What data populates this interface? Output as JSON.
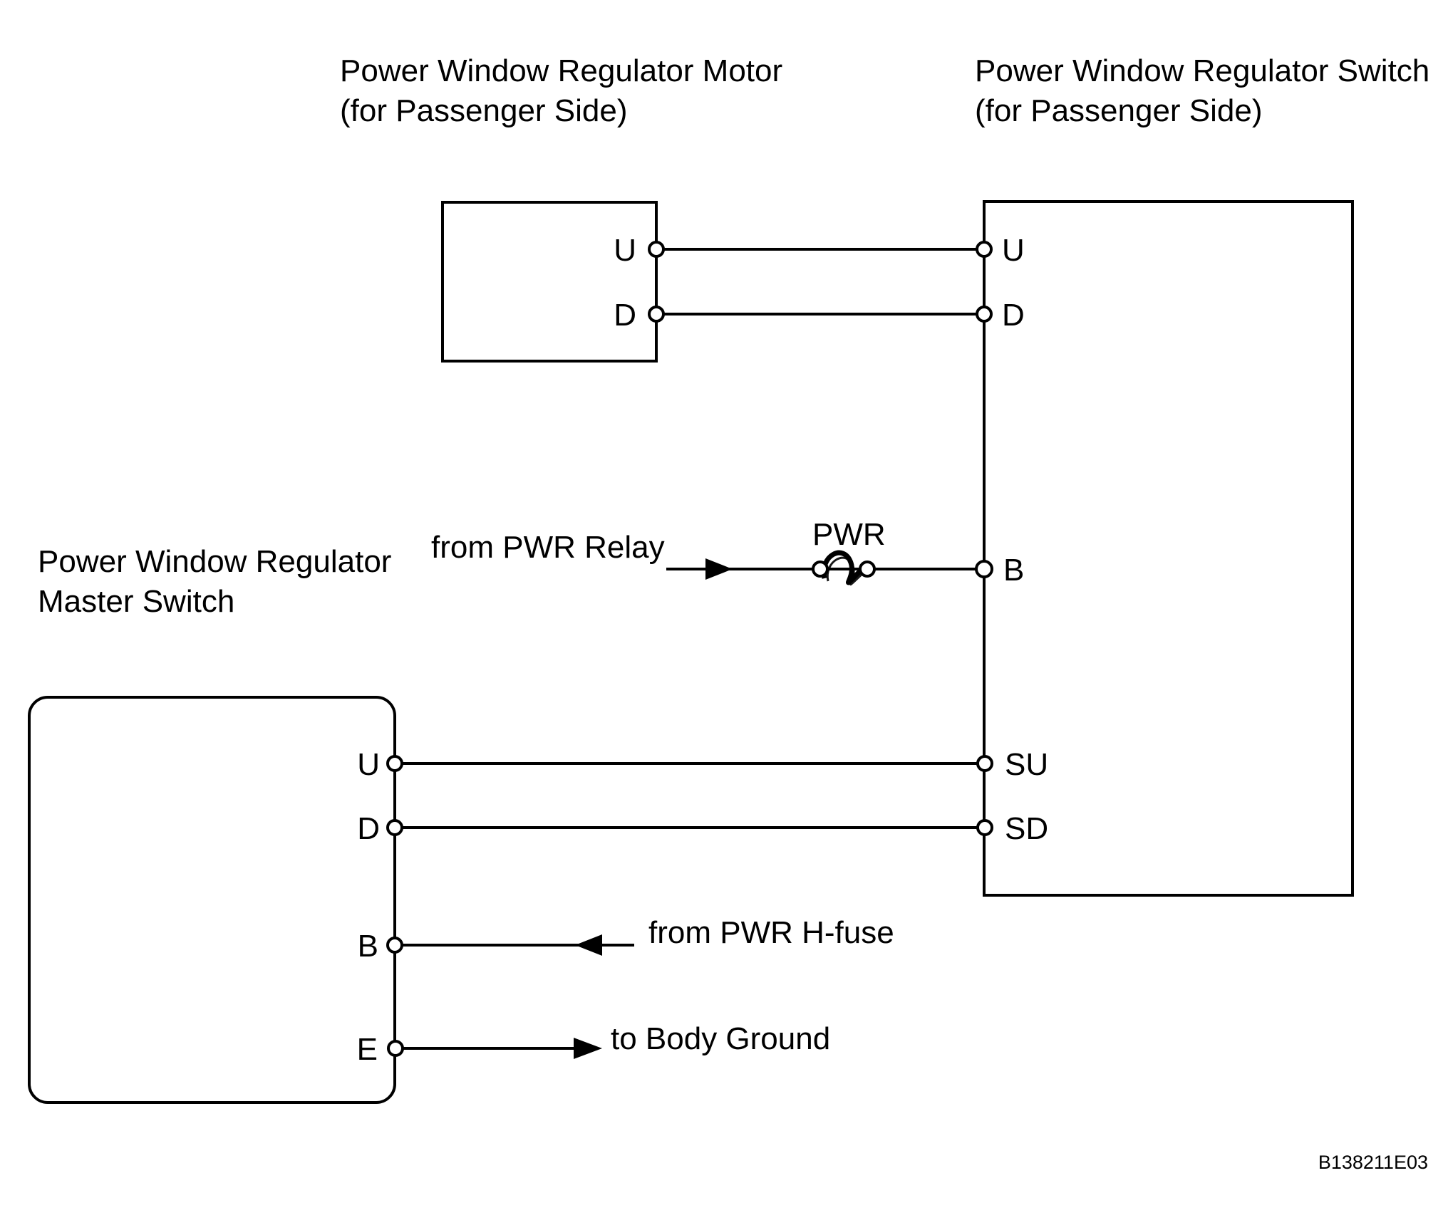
{
  "diagram": {
    "motor": {
      "title": [
        "Power Window Regulator Motor",
        "(for Passenger Side)"
      ],
      "terminal_u": "U",
      "terminal_d": "D"
    },
    "switch": {
      "title": [
        "Power Window Regulator Switch",
        "(for Passenger Side)"
      ],
      "terminal_u": "U",
      "terminal_d": "D",
      "terminal_b": "B",
      "terminal_su": "SU",
      "terminal_sd": "SD"
    },
    "master": {
      "label": [
        "Power Window Regulator",
        "Master Switch"
      ],
      "terminal_u": "U",
      "terminal_d": "D",
      "terminal_b": "B",
      "terminal_e": "E"
    },
    "annotations": {
      "pwr_relay": "from PWR Relay",
      "pwr_fuse": "PWR",
      "pwr_hfuse": "from PWR H-fuse",
      "body_ground": "to Body Ground"
    },
    "figure_code": "B138211E03",
    "colors": {
      "line": "#000000",
      "background": "#ffffff"
    }
  }
}
